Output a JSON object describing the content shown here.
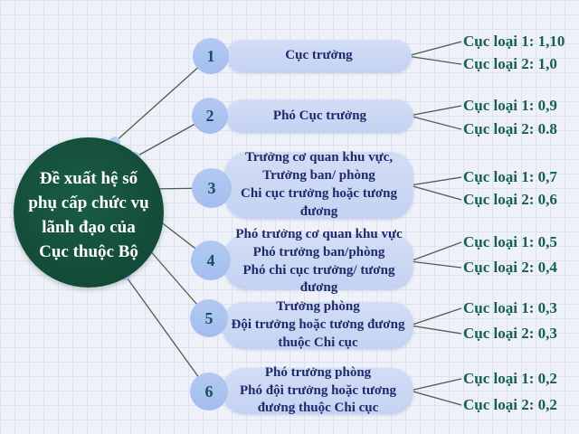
{
  "diagram_title": "Đề xuất hệ số phụ cấp chức vụ lãnh đạo của Cục thuộc Bộ",
  "center": {
    "lines": [
      "Đề xuất hệ số",
      "phụ cấp chức vụ",
      "lãnh đạo của",
      "Cục thuộc Bộ"
    ]
  },
  "rows": [
    {
      "num": "1",
      "box_lines": [
        "Cục trưởng",
        "",
        ""
      ],
      "labels": [
        "Cục loại 1: 1,10",
        "Cục loại 2: 1,0"
      ]
    },
    {
      "num": "2",
      "box_lines": [
        "Phó Cục trưởng",
        "",
        ""
      ],
      "labels": [
        "Cục loại 1: 0,9",
        "Cục loại 2: 0.8"
      ]
    },
    {
      "num": "3",
      "box_lines": [
        "Trưởng cơ quan khu vực,",
        "Trưởng ban/ phòng",
        "Chi cục trưởng hoặc tương đương"
      ],
      "labels": [
        "Cục loại 1: 0,7",
        "Cục loại 2: 0,6"
      ]
    },
    {
      "num": "4",
      "box_lines": [
        "Phó trưởng cơ quan khu vực",
        "Phó trưởng ban/phòng",
        "Phó chi cục trưởng/ tương đương"
      ],
      "labels": [
        "Cục loại 1: 0,5",
        "Cục loại 2: 0,4"
      ]
    },
    {
      "num": "5",
      "box_lines": [
        "Trưởng phòng",
        "Đội trưởng hoặc tương đương",
        "thuộc Chi cục"
      ],
      "labels": [
        "Cục loại 1: 0,3",
        "Cục loại 2: 0,3"
      ]
    },
    {
      "num": "6",
      "box_lines": [
        "Phó trưởng phòng",
        "Phó đội trưởng hoặc tương",
        "đương thuộc Chi cục"
      ],
      "labels": [
        "Cục loại 1: 0,2",
        "Cục loại 2: 0,2"
      ]
    }
  ],
  "colors": {
    "background": "#eef1f8",
    "grid_line": "#dce2f1",
    "hub_fill": "#134c39",
    "hub_text": "#ffffff",
    "node_fill": "#a9c3ee",
    "node_number_text": "#17505e",
    "box_fill": "#c9d6f3",
    "box_text": "#1d2b6b",
    "value_label_text": "#16604d",
    "connector_line": "#46604f",
    "connector_dot": "#b9cdf3"
  }
}
